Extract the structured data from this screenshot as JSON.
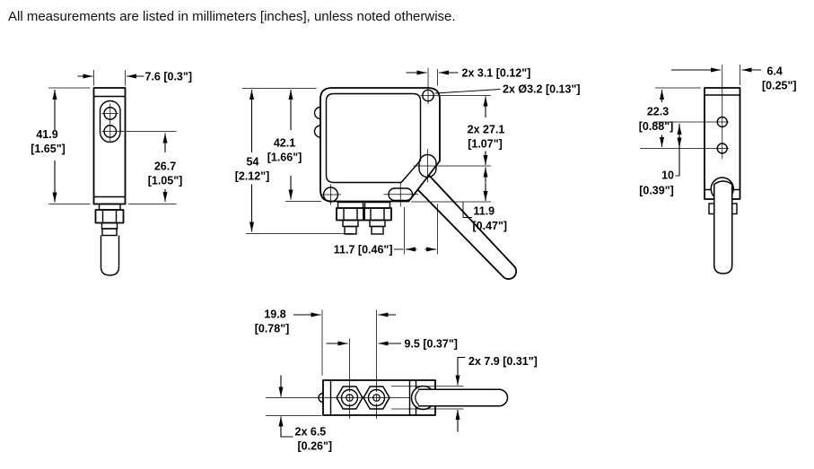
{
  "note": "All measurements are listed in millimeters [inches], unless noted otherwise.",
  "views": {
    "front": {
      "width": "7.6 [0.3\"]",
      "height_mm": "41.9",
      "height_in": "[1.65\"]",
      "lens_center_mm": "26.7",
      "lens_center_in": "[1.05\"]"
    },
    "side": {
      "hole_offset": "2x 3.1 [0.12\"]",
      "hole_dia": "2x Ø3.2 [0.13\"]",
      "overall_mm": "54",
      "overall_in": "[2.12\"]",
      "body_mm": "42.1",
      "body_in": "[1.66\"]",
      "mount_spacing_mm": "2x 27.1",
      "mount_spacing_in": "[1.07\"]",
      "slot_to_bottom_mm": "11.9",
      "slot_to_bottom_in": "[0.47\"]",
      "depth": "11.7 [0.46\"]"
    },
    "rear": {
      "face_mm": "6.4",
      "face_in": "[0.25\"]",
      "top_to_hole_mm": "22.3",
      "top_to_hole_in": "[0.88\"]",
      "hole_gap_mm": "10",
      "hole_gap_in": "[0.39\"]"
    },
    "bottom": {
      "edge_to_fitting_mm": "19.8",
      "edge_to_fitting_in": "[0.78\"]",
      "fitting_gap": "9.5 [0.37\"]",
      "hex_flats": "2x 7.9 [0.31\"]",
      "face_offset_mm": "2x 6.5",
      "face_offset_in": "[0.26\"]"
    }
  }
}
